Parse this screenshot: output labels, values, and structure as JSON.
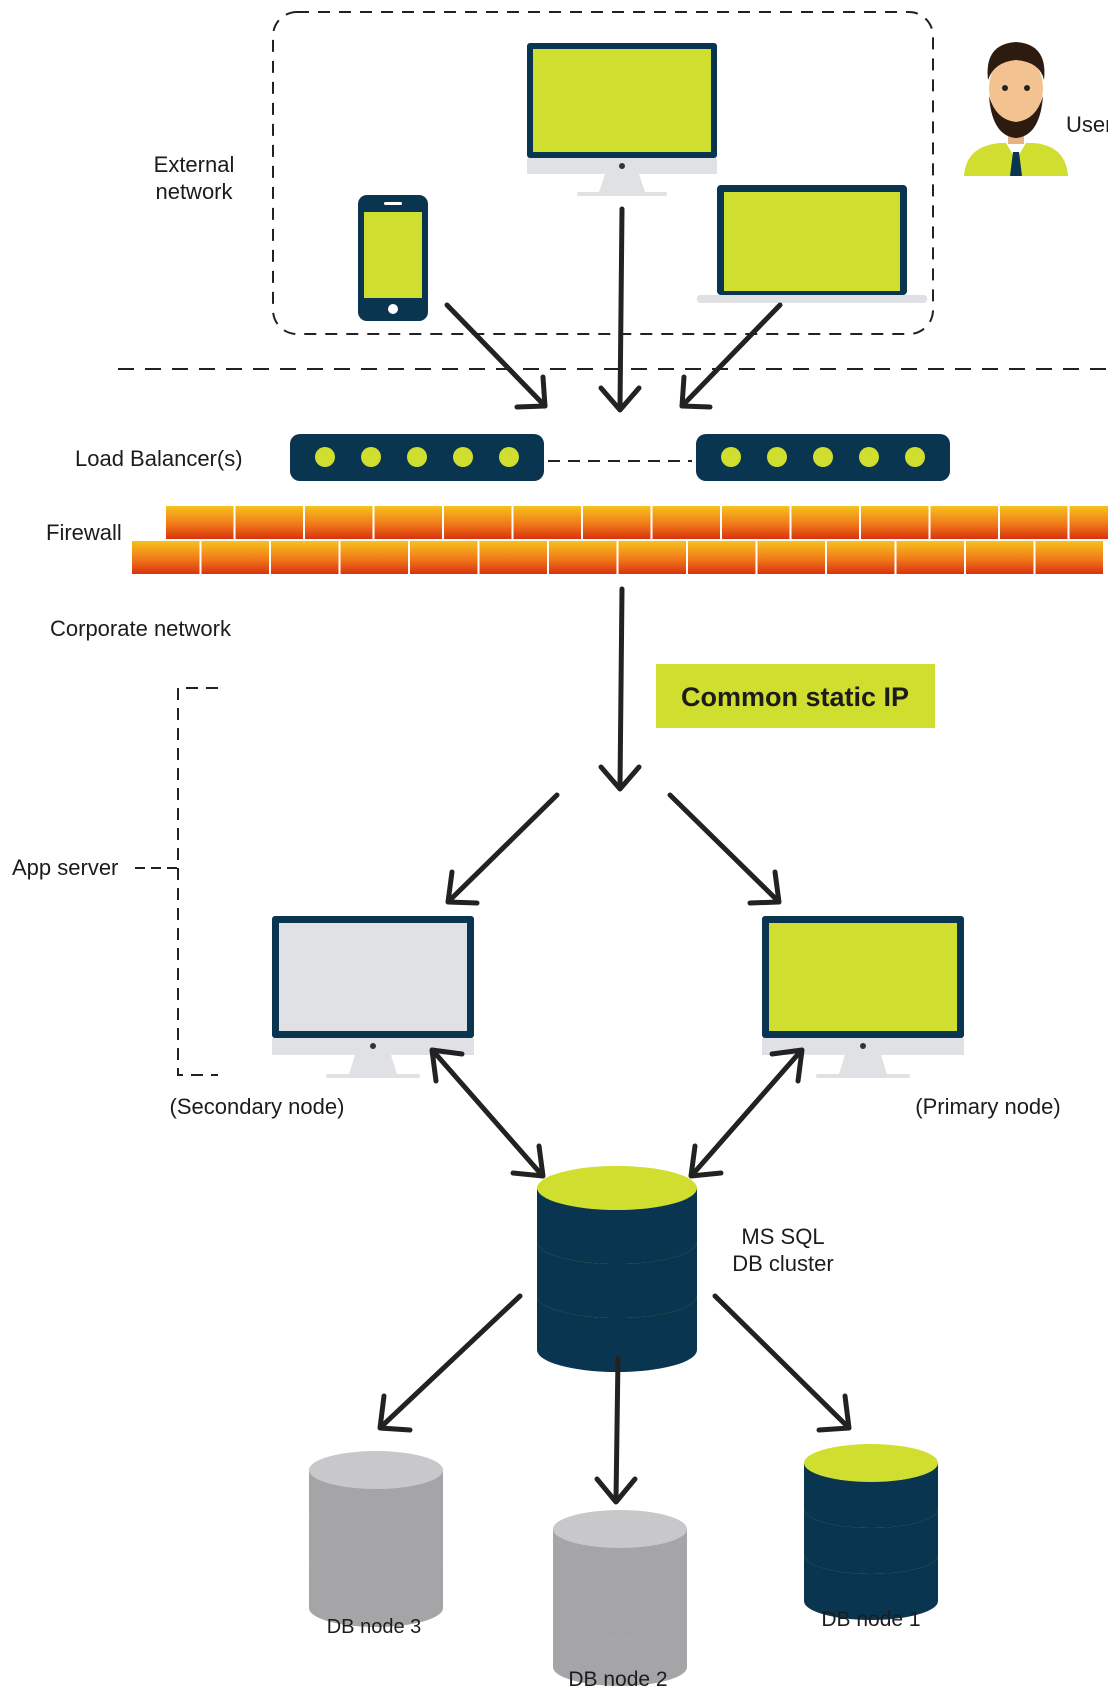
{
  "labels": {
    "user": "User",
    "external_network_line1": "External",
    "external_network_line2": "network",
    "load_balancers": "Load Balancer(s)",
    "firewall": "Firewall",
    "corporate_network": "Corporate network",
    "common_static_ip": "Common static IP",
    "app_server": "App server",
    "secondary_node": "(Secondary node)",
    "primary_node": "(Primary node)",
    "db_cluster_line1": "MS SQL",
    "db_cluster_line2": "DB cluster",
    "db_node_3": "DB node 3",
    "db_node_2": "DB node 2",
    "db_node_1": "DB node 1"
  },
  "colors": {
    "accent_lime": "#d0de2f",
    "dark_navy": "#0a3550",
    "screen_gray": "#dfe1e5",
    "db_gray": "#c4c4c6",
    "db_gray_dark": "#8e8e90",
    "firewall_top": "#f25a12",
    "firewall_bottom": "#f6c21c",
    "line": "#222222"
  }
}
